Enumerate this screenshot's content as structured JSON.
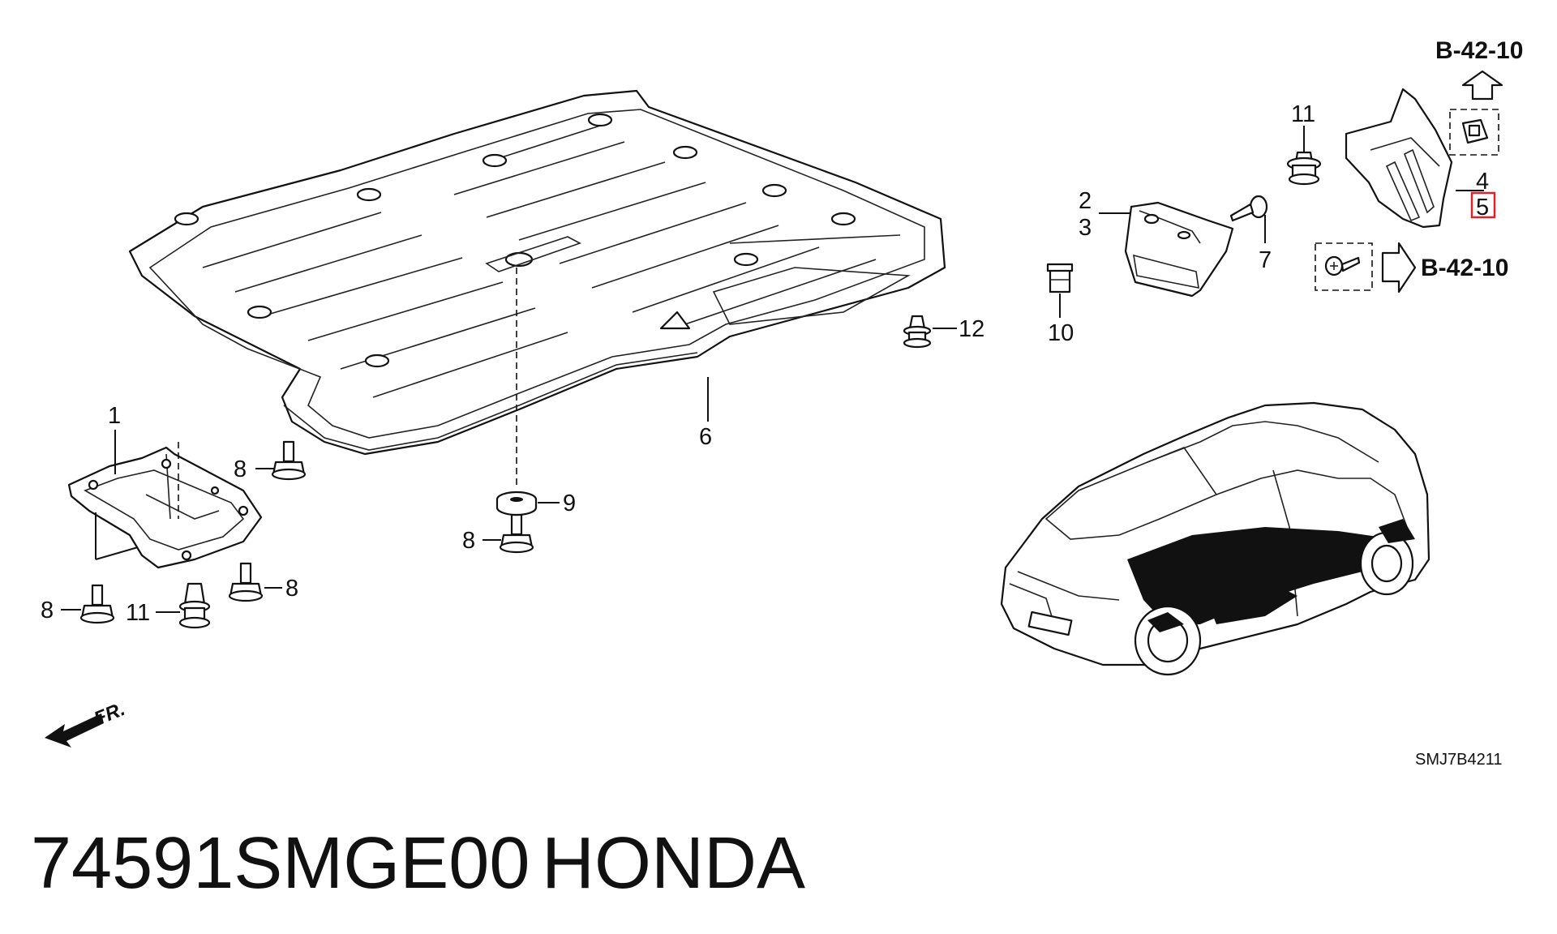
{
  "callouts": {
    "c1": "1",
    "c2": "2",
    "c3": "3",
    "c4": "4",
    "c5": "5",
    "c6": "6",
    "c7": "7",
    "c8a": "8",
    "c8b": "8",
    "c8c": "8",
    "c8d": "8",
    "c9": "9",
    "c10": "10",
    "c11a": "11",
    "c11b": "11",
    "c12": "12"
  },
  "references": {
    "ref_top": "B-42-10",
    "ref_right": "B-42-10"
  },
  "highlight_color": "#e0202a",
  "front_marker": "FR.",
  "diagram_code": "SMJ7B4211",
  "part_caption": {
    "number": "74591SMGE00",
    "brand": "HONDA"
  }
}
